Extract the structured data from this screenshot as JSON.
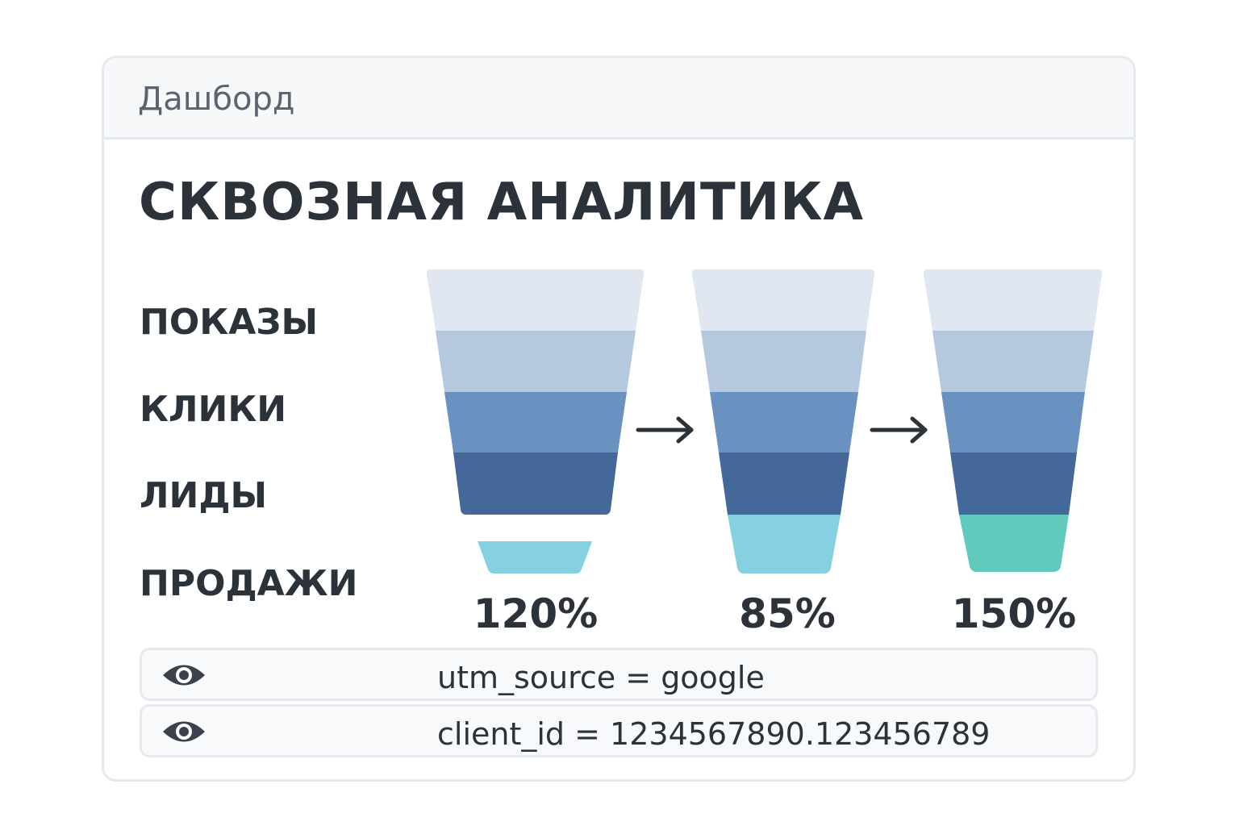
{
  "header": {
    "title": "Дашборд"
  },
  "main": {
    "title": "СКВОЗНАЯ АНАЛИТИКА",
    "stages": [
      {
        "label": "ПОКАЗЫ"
      },
      {
        "label": "КЛИКИ"
      },
      {
        "label": "ЛИДЫ"
      },
      {
        "label": "ПРОДАЖИ"
      }
    ]
  },
  "funnels": [
    {
      "percent": "120%",
      "bottom_color": "#86d1e1",
      "bottom_detached": true
    },
    {
      "percent": "85%",
      "bottom_color": "#86d1e1",
      "bottom_detached": false
    },
    {
      "percent": "150%",
      "bottom_color": "#62c9bd",
      "bottom_detached": false
    }
  ],
  "colors": {
    "band1": "#e1e7f0",
    "band2": "#b4c8de",
    "band3": "#6a92c0",
    "band4": "#44689a",
    "arrow": "#2b323a"
  },
  "params": [
    {
      "icon": "eye-icon",
      "text": "utm_source = google"
    },
    {
      "icon": "eye-icon",
      "text": "client_id = 1234567890.123456789"
    }
  ]
}
